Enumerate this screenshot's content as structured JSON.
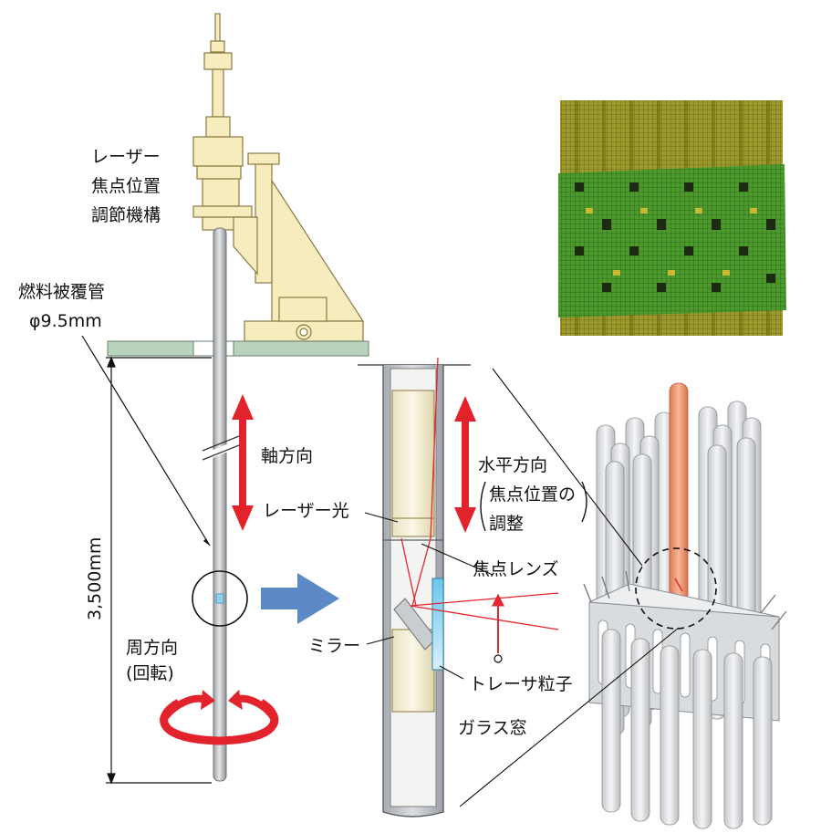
{
  "labels": {
    "focus_mech": [
      "レーザー",
      "焦点位置",
      "調節機構"
    ],
    "cladding": "燃料被覆管",
    "diameter": "φ9.5mm",
    "axial": "軸方向",
    "laser_light": "レーザー光",
    "length": "3,500mm",
    "circumferential": "周方向",
    "rotation": "(回転)",
    "mirror": "ミラー",
    "horizontal": "水平方向",
    "focus_adjust_1": "焦点位置の",
    "focus_adjust_2": "調整",
    "focus_lens": "焦点レンズ",
    "tracer": "トレーサ粒子",
    "glass_window": "ガラス窓"
  },
  "colors": {
    "arrow_red": "#e3232c",
    "laser_red": "#e32630",
    "arrow_blue": "#5b8ac6",
    "mechanism_fill": "#f7ecbe",
    "mechanism_stroke": "#8a7a40",
    "plate_green": "#b9d4bc",
    "rod_gray": "#bfc3c6",
    "mesh_green": "#3f8a24",
    "mesh_olive": "#8a8622",
    "highlight_rod": "#f0a07c",
    "glass_blue": "#8fd3f0"
  },
  "icons": {
    "rotation": "circular-rotation-arrow-icon",
    "flow": "right-arrow-icon"
  }
}
